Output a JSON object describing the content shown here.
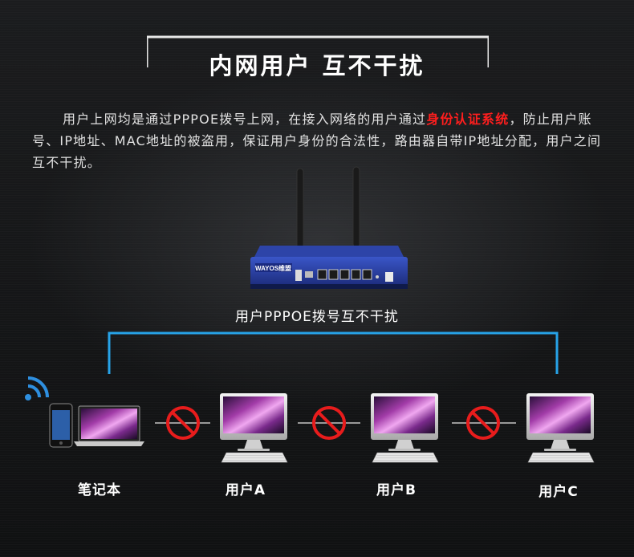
{
  "header": {
    "title": "内网用户 互不干扰"
  },
  "description": {
    "part1": "用户上网均是通过PPPOE拨号上网，在接入网络的用户通过",
    "highlight": "身份认证系统",
    "part2": "，防止用户账号、IP地址、MAC地址的被盗用，保证用户身份的合法性，路由器自带IP地址分配，用户之间互不干扰。"
  },
  "router": {
    "brand": "WAYOS",
    "brand_suffix": "维盟"
  },
  "network_label": "用户PPPOE拨号互不干扰",
  "users": [
    {
      "label": "笔记本"
    },
    {
      "label": "用户A"
    },
    {
      "label": "用户B"
    },
    {
      "label": "用户C"
    }
  ],
  "colors": {
    "accent_red": "#ff1e1e",
    "line_blue": "#27a3e8",
    "wifi_blue": "#2e8fe0",
    "block_red": "#e81c1c"
  }
}
